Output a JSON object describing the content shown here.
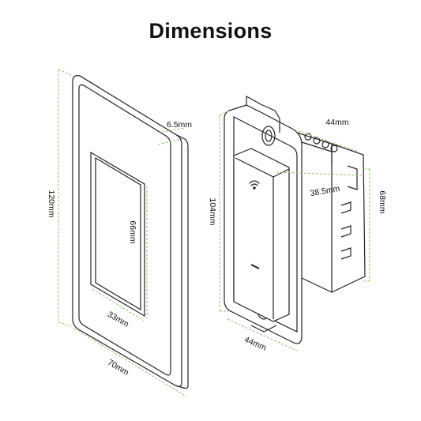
{
  "title": "Dimensions",
  "colors": {
    "outline": "#222222",
    "dimension_line": "#8fc86a",
    "background": "#ffffff",
    "text": "#111111"
  },
  "wall_plate": {
    "height_label": "120mm",
    "width_label": "70mm",
    "depth_label": "6.5mm",
    "opening_height_label": "66mm",
    "opening_width_label": "33mm"
  },
  "switch_body": {
    "height_label": "104mm",
    "front_width_label": "44mm",
    "depth_label": "44mm",
    "body_width_label": "38.5mm",
    "body_height_label": "68mm",
    "wifi_icon": "wifi-icon"
  }
}
